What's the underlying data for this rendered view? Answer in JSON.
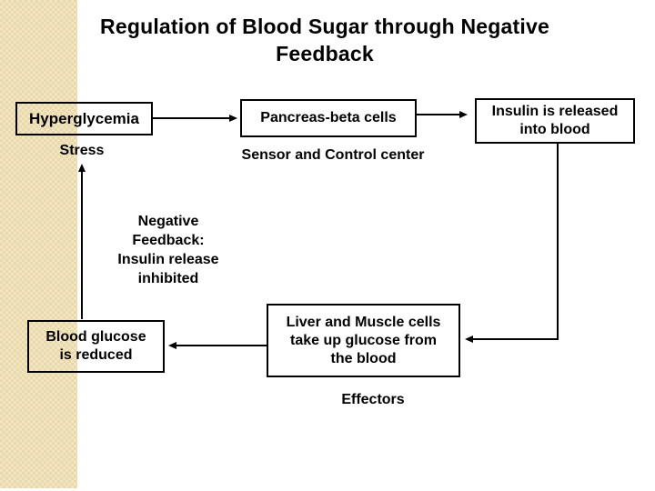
{
  "title": {
    "lines": [
      "Regulation of Blood Sugar through Negative",
      "Feedback"
    ]
  },
  "diagram": {
    "hyperglycemia": {
      "label": "Hyperglycemia"
    },
    "stress": {
      "label": "Stress"
    },
    "pancreas_beta_cells": {
      "label": "Pancreas-beta cells"
    },
    "sensor_control_center": {
      "label": "Sensor and Control center"
    },
    "insulin_released": {
      "lines": [
        "Insulin is released",
        "into blood"
      ]
    },
    "negative_feedback": {
      "lines": [
        "Negative",
        "Feedback:",
        "Insulin release",
        "inhibited"
      ]
    },
    "blood_glucose_reduced": {
      "lines": [
        "Blood glucose",
        "is reduced"
      ]
    },
    "liver_muscle_cells": {
      "lines": [
        "Liver and Muscle cells",
        "take up glucose from",
        "the blood"
      ]
    },
    "effectors": {
      "label": "Effectors"
    }
  },
  "colors": {
    "background": "#FFFFFF",
    "stripe_light": "#F2E5C3",
    "stripe_dark": "#E9D9A9",
    "line": "#000000",
    "text": "#000000"
  }
}
